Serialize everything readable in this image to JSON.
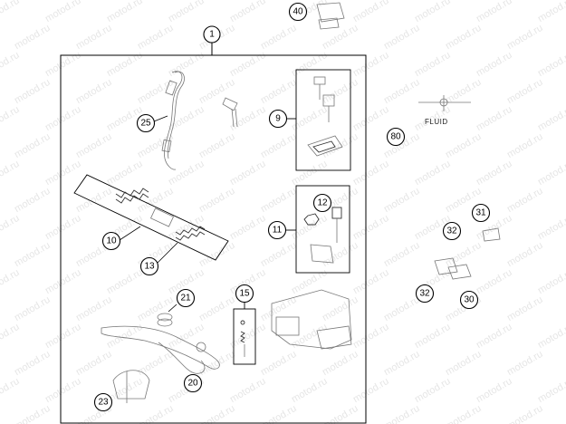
{
  "callouts": [
    {
      "id": "c1",
      "label": "1"
    },
    {
      "id": "c40",
      "label": "40"
    },
    {
      "id": "c25",
      "label": "25"
    },
    {
      "id": "c9",
      "label": "9"
    },
    {
      "id": "c80",
      "label": "80"
    },
    {
      "id": "c12",
      "label": "12"
    },
    {
      "id": "c11",
      "label": "11"
    },
    {
      "id": "c10",
      "label": "10"
    },
    {
      "id": "c13",
      "label": "13"
    },
    {
      "id": "c31",
      "label": "31"
    },
    {
      "id": "c32a",
      "label": "32"
    },
    {
      "id": "c32b",
      "label": "32"
    },
    {
      "id": "c30",
      "label": "30"
    },
    {
      "id": "c21",
      "label": "21"
    },
    {
      "id": "c15",
      "label": "15"
    },
    {
      "id": "c20",
      "label": "20"
    },
    {
      "id": "c23",
      "label": "23"
    }
  ],
  "fluid_label": "FLUID",
  "watermark": "motod.ru"
}
